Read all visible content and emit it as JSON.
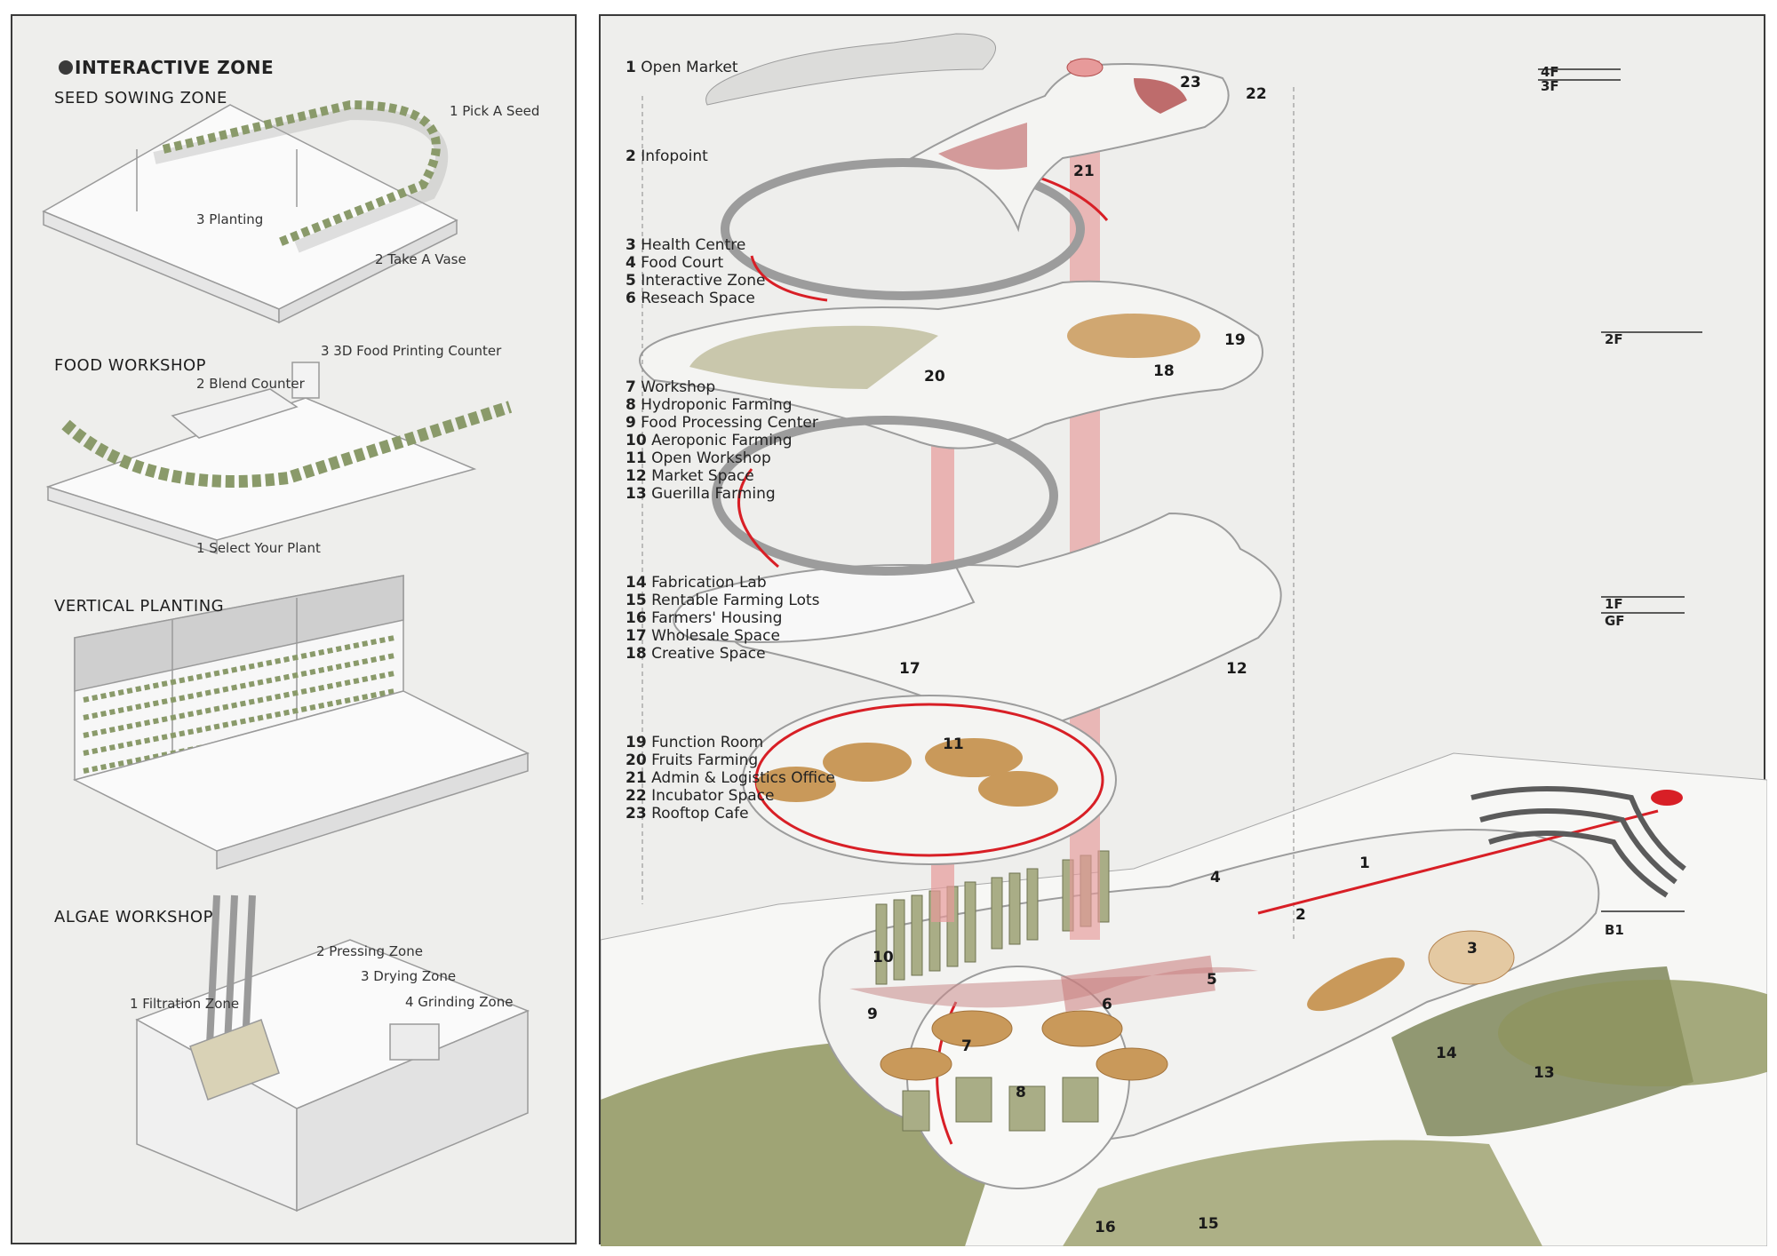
{
  "left": {
    "header": "INTERACTIVE ZONE",
    "sections": [
      {
        "title": "SEED SOWING ZONE",
        "labels": [
          "1 Pick A Seed",
          "2 Take A Vase",
          "3 Planting"
        ]
      },
      {
        "title": "FOOD WORKSHOP",
        "labels": [
          "1 Select Your Plant",
          "2 Blend Counter",
          "3 3D Food Printing Counter"
        ]
      },
      {
        "title": "VERTICAL PLANTING",
        "labels": []
      },
      {
        "title": "ALGAE WORKSHOP",
        "labels": [
          "1 Filtration Zone",
          "2 Pressing Zone",
          "3 Drying Zone",
          "4 Grinding Zone"
        ]
      }
    ]
  },
  "legend": [
    {
      "num": "1",
      "text": "Open Market"
    },
    {
      "num": "2",
      "text": "Infopoint"
    },
    {
      "num": "3",
      "text": "Health Centre"
    },
    {
      "num": "4",
      "text": "Food Court"
    },
    {
      "num": "5",
      "text": "Interactive Zone"
    },
    {
      "num": "6",
      "text": "Reseach Space"
    },
    {
      "num": "7",
      "text": "Workshop"
    },
    {
      "num": "8",
      "text": "Hydroponic Farming"
    },
    {
      "num": "9",
      "text": "Food Processing Center"
    },
    {
      "num": "10",
      "text": "Aeroponic Farming"
    },
    {
      "num": "11",
      "text": "Open Workshop"
    },
    {
      "num": "12",
      "text": "Market Space"
    },
    {
      "num": "13",
      "text": "Guerilla Farming"
    },
    {
      "num": "14",
      "text": "Fabrication Lab"
    },
    {
      "num": "15",
      "text": "Rentable Farming Lots"
    },
    {
      "num": "16",
      "text": "Farmers' Housing"
    },
    {
      "num": "17",
      "text": "Wholesale Space"
    },
    {
      "num": "18",
      "text": "Creative Space"
    },
    {
      "num": "19",
      "text": "Function Room"
    },
    {
      "num": "20",
      "text": "Fruits Farming"
    },
    {
      "num": "21",
      "text": "Admin & Logistics Office"
    },
    {
      "num": "22",
      "text": "Incubator Space"
    },
    {
      "num": "23",
      "text": "Rooftop Cafe"
    }
  ],
  "floors": [
    "4F",
    "3F",
    "2F",
    "1F",
    "GF",
    "B1"
  ],
  "colors": {
    "accent_red": "#d81f26",
    "floor_pink": "#e8b7b7",
    "plant_green": "#9aa37a",
    "wood": "#c9995a",
    "panel_bg": "#eeeeec"
  }
}
